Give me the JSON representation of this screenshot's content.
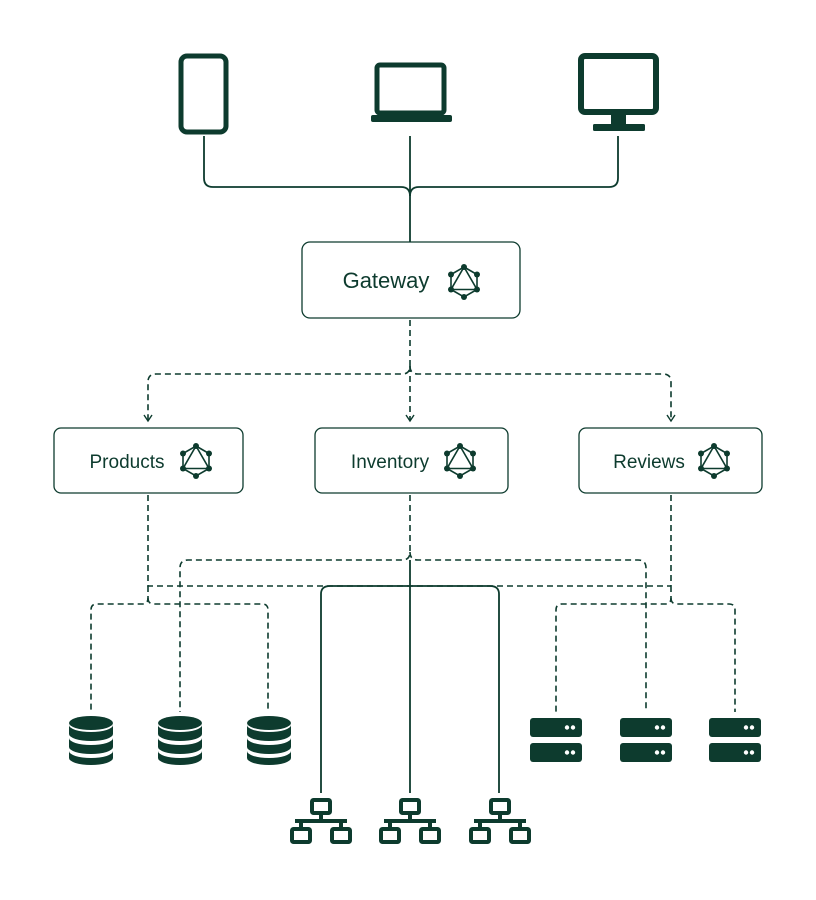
{
  "gateway": {
    "label": "Gateway",
    "icon": "graphql-icon"
  },
  "subgraphs": [
    {
      "label": "Products",
      "icon": "graphql-icon"
    },
    {
      "label": "Inventory",
      "icon": "graphql-icon"
    },
    {
      "label": "Reviews",
      "icon": "graphql-icon"
    }
  ],
  "clients": [
    "phone-icon",
    "laptop-icon",
    "desktop-monitor-icon"
  ],
  "datasources": {
    "databases": [
      "database-icon",
      "database-icon",
      "database-icon"
    ],
    "networks": [
      "network-icon",
      "network-icon",
      "network-icon"
    ],
    "servers": [
      "server-icon",
      "server-icon",
      "server-icon"
    ]
  },
  "colors": {
    "primary": "#0d3b2e",
    "background": "#ffffff"
  }
}
